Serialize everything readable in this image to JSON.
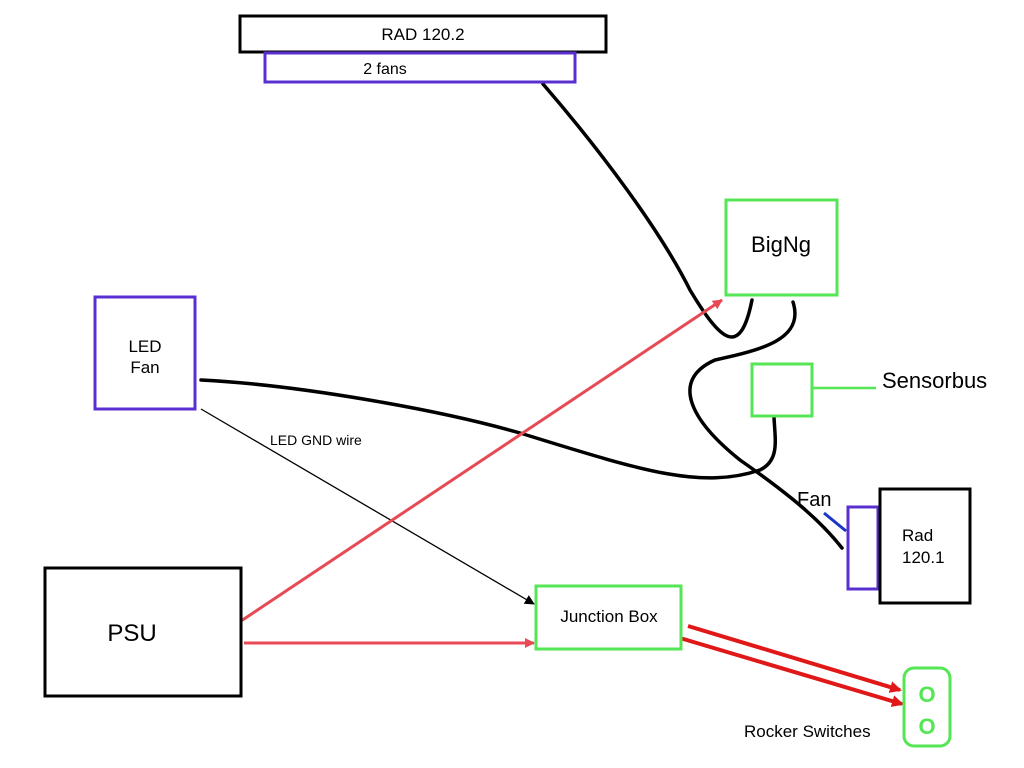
{
  "diagram": {
    "nodes": {
      "rad_top": {
        "label": "RAD 120.2",
        "border": "#000000"
      },
      "fans_top": {
        "label": "2 fans",
        "border": "#5a2fd0"
      },
      "bigng": {
        "label": "BigNg",
        "border": "#55e655"
      },
      "led_fan": {
        "line1": "LED",
        "line2": "Fan",
        "border": "#5a2fd0"
      },
      "sensor_box": {
        "border": "#55e655"
      },
      "sensorbus": {
        "label": "Sensorbus"
      },
      "fan_side": {
        "label": "Fan",
        "border": "#5a2fd0"
      },
      "rad_side": {
        "line1": "Rad",
        "line2": "120.1",
        "border": "#000000"
      },
      "psu": {
        "label": "PSU",
        "border": "#000000"
      },
      "junction": {
        "label": "Junction Box",
        "border": "#55e655"
      },
      "switches": {
        "label": "Rocker Switches",
        "glyph1": "O",
        "glyph2": "O",
        "border": "#55e655",
        "glyph_color": "#55e655"
      }
    },
    "edges": {
      "led_gnd": {
        "label": "LED GND wire"
      }
    },
    "colors": {
      "wire": "#000000",
      "power": "#e84a55",
      "power_bright": "#e01818",
      "sensor_wire": "#55e655",
      "fan_wire": "#1a35c8"
    }
  }
}
